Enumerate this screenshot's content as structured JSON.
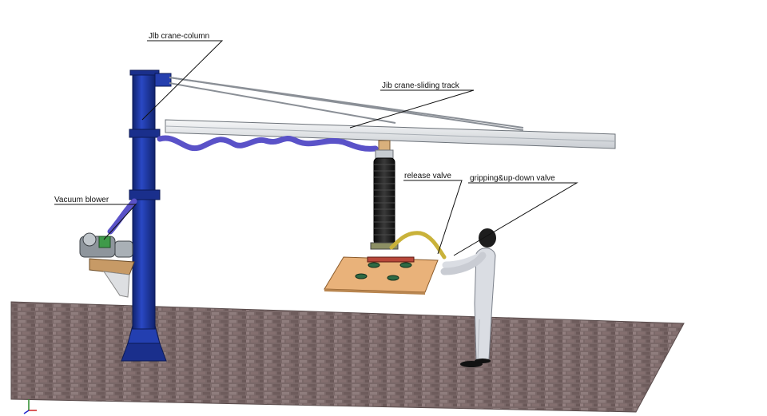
{
  "labels": {
    "column": "Jlb crane-column",
    "track": "Jib crane-sliding track",
    "blower": "Vacuum blower",
    "release": "release valve",
    "gripping": "gripping&up-down valve"
  },
  "colors": {
    "column_blue": "#1f3aa8",
    "column_dark": "#0f2170",
    "beam": "#e9ecef",
    "hose": "#5a52c8",
    "bellows": "#1b1b1b",
    "board": "#e9b27a",
    "floor": "#7a6a6a",
    "person": "#d9dce3"
  }
}
